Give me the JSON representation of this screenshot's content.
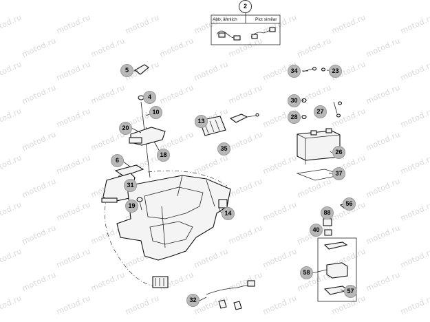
{
  "watermark": "motod.ru",
  "inset": {
    "label_left": "Abb. ähnlich",
    "label_right": "Pict similar"
  },
  "callouts": [
    {
      "id": "2",
      "style": "white"
    },
    {
      "id": "5",
      "style": "grey"
    },
    {
      "id": "34",
      "style": "grey"
    },
    {
      "id": "23",
      "style": "grey"
    },
    {
      "id": "4",
      "style": "grey"
    },
    {
      "id": "30",
      "style": "grey"
    },
    {
      "id": "10",
      "style": "grey"
    },
    {
      "id": "27",
      "style": "grey"
    },
    {
      "id": "28",
      "style": "grey"
    },
    {
      "id": "13",
      "style": "grey"
    },
    {
      "id": "20",
      "style": "grey"
    },
    {
      "id": "35",
      "style": "grey"
    },
    {
      "id": "26",
      "style": "grey"
    },
    {
      "id": "18",
      "style": "grey"
    },
    {
      "id": "6",
      "style": "grey"
    },
    {
      "id": "37",
      "style": "grey"
    },
    {
      "id": "31",
      "style": "grey"
    },
    {
      "id": "56",
      "style": "grey"
    },
    {
      "id": "19",
      "style": "grey"
    },
    {
      "id": "88",
      "style": "grey"
    },
    {
      "id": "14",
      "style": "grey"
    },
    {
      "id": "40",
      "style": "grey"
    },
    {
      "id": "58",
      "style": "grey"
    },
    {
      "id": "57",
      "style": "grey"
    },
    {
      "id": "32",
      "style": "grey"
    }
  ]
}
